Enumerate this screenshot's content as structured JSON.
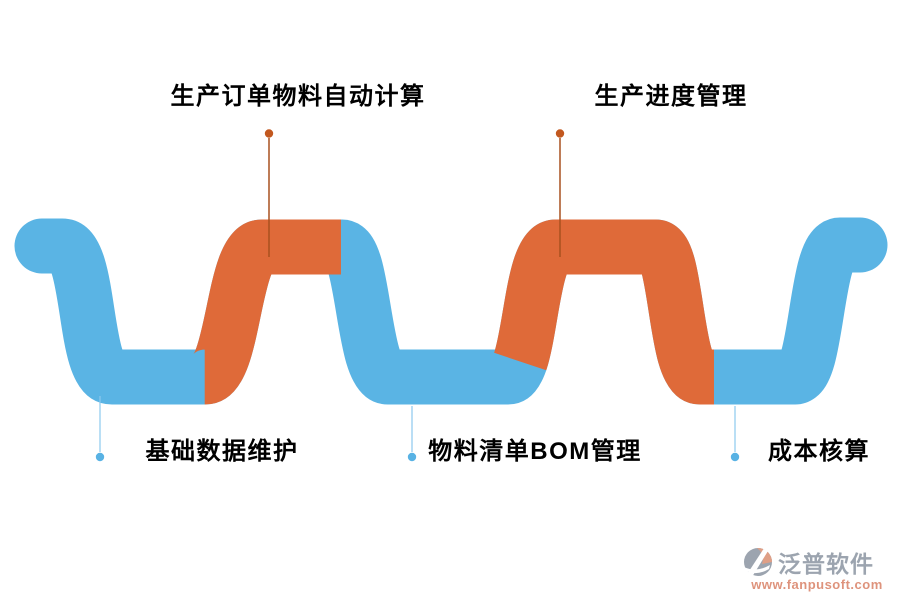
{
  "diagram": {
    "title_hint": "production-management wave infographic",
    "top_milestones": [
      {
        "label": "生产订单物料自动计算"
      },
      {
        "label": "生产进度管理"
      }
    ],
    "bottom_milestones": [
      {
        "label": "基础数据维护"
      },
      {
        "label": "物料清单BOM管理"
      },
      {
        "label": "成本核算"
      }
    ]
  },
  "colors": {
    "wave_blue": "#5AB4E4",
    "wave_orange": "#DF6A39",
    "top_connector_line": "#A9511F",
    "top_connector_dot": "#C2581F",
    "bottom_connector_line": "#8CC9EE",
    "bottom_connector_dot": "#58B2E4",
    "label_text": "#000000",
    "watermark_text": "#97A0AB",
    "watermark_url": "#DD8E76"
  },
  "watermark": {
    "brand": "泛普软件",
    "url": "www.fanpusoft.com"
  }
}
